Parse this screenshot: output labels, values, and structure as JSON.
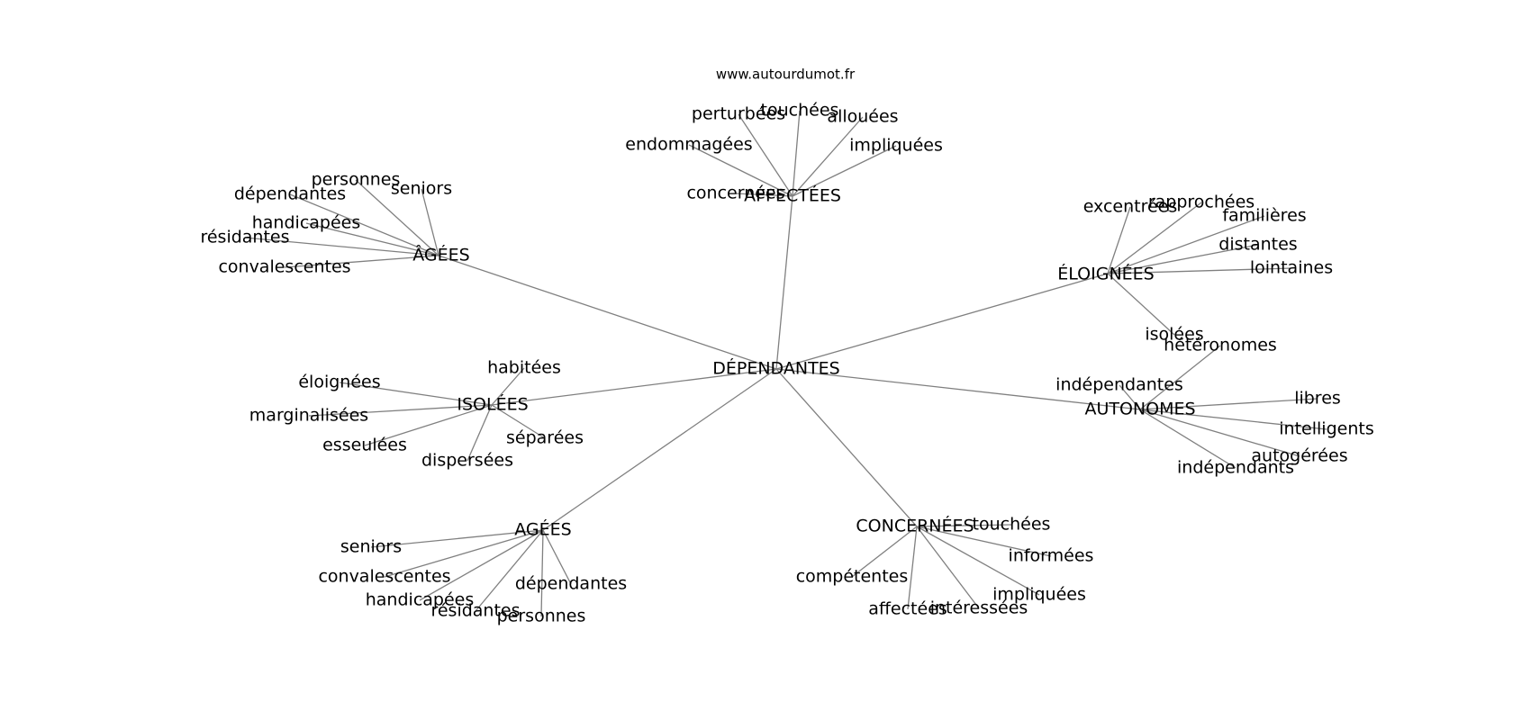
{
  "source_label": "www.autourdumot.fr",
  "root": "DÉPENDANTES",
  "clusters": [
    {
      "label": "AFFECTÉES",
      "leaves": [
        "perturbées",
        "touchées",
        "allouées",
        "endommagées",
        "impliquées",
        "concernées"
      ]
    },
    {
      "label": "ÂGÉES",
      "leaves": [
        "personnes",
        "seniors",
        "dépendantes",
        "handicapées",
        "résidantes",
        "convalescentes"
      ]
    },
    {
      "label": "ÉLOIGNÉES",
      "leaves": [
        "excentrées",
        "rapprochées",
        "familières",
        "distantes",
        "lointaines",
        "isolées"
      ]
    },
    {
      "label": "ISOLÉES",
      "leaves": [
        "habitées",
        "éloignées",
        "marginalisées",
        "séparées",
        "esseulées",
        "dispersées"
      ]
    },
    {
      "label": "AUTONOMES",
      "leaves": [
        "hétéronomes",
        "indépendantes",
        "libres",
        "intelligents",
        "autogérées",
        "indépendants"
      ]
    },
    {
      "label": "AGÉES",
      "leaves": [
        "seniors",
        "convalescentes",
        "handicapées",
        "dépendantes",
        "résidantes",
        "personnes"
      ]
    },
    {
      "label": "CONCERNÉES",
      "leaves": [
        "touchées",
        "informées",
        "compétentes",
        "impliquées",
        "affectées",
        "intéressées"
      ]
    }
  ]
}
